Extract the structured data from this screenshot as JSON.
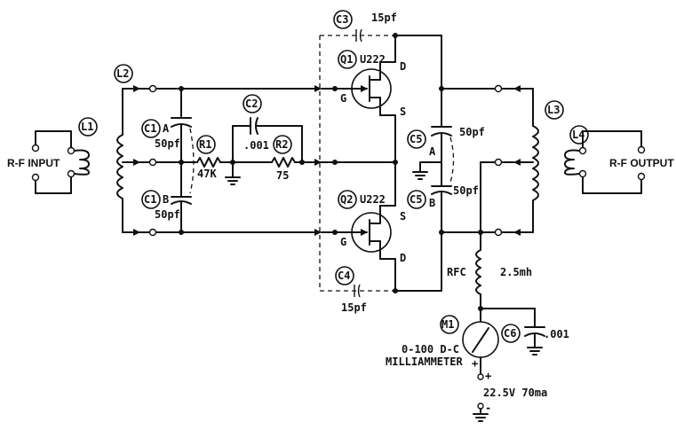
{
  "labels": {
    "rf_input": "R-F INPUT",
    "rf_output": "R-F OUTPUT",
    "l1": "L1",
    "l2": "L2",
    "l3": "L3",
    "l4": "L4",
    "c1a": "C1",
    "c1a_sub": "A",
    "c1a_val": "50pf",
    "c1b": "C1",
    "c1b_sub": "B",
    "c1b_val": "50pf",
    "r1": "R1",
    "r1_val": "47K",
    "c2": "C2",
    "c2_val": ".001",
    "r2": "R2",
    "r2_val": "75",
    "c3": "C3",
    "c3_val": "15pf",
    "c4": "C4",
    "c4_val": "15pf",
    "q1": "Q1",
    "q1_type": "U222",
    "q2": "Q2",
    "q2_type": "U222",
    "c5a": "C5",
    "c5a_sub": "A",
    "c5a_val": "50pf",
    "c5b": "C5",
    "c5b_sub": "B",
    "c5b_val": "50pf",
    "rfc": "RFC",
    "rfc_val": "2.5mh",
    "m1": "M1",
    "m1_desc1": "0-100 D-C",
    "m1_desc2": "MILLIAMMETER",
    "c6": "C6",
    "c6_val": ".001",
    "supply": "22.5V 70ma",
    "g": "G",
    "d": "D",
    "s": "S",
    "plus": "+",
    "minus": "-"
  }
}
